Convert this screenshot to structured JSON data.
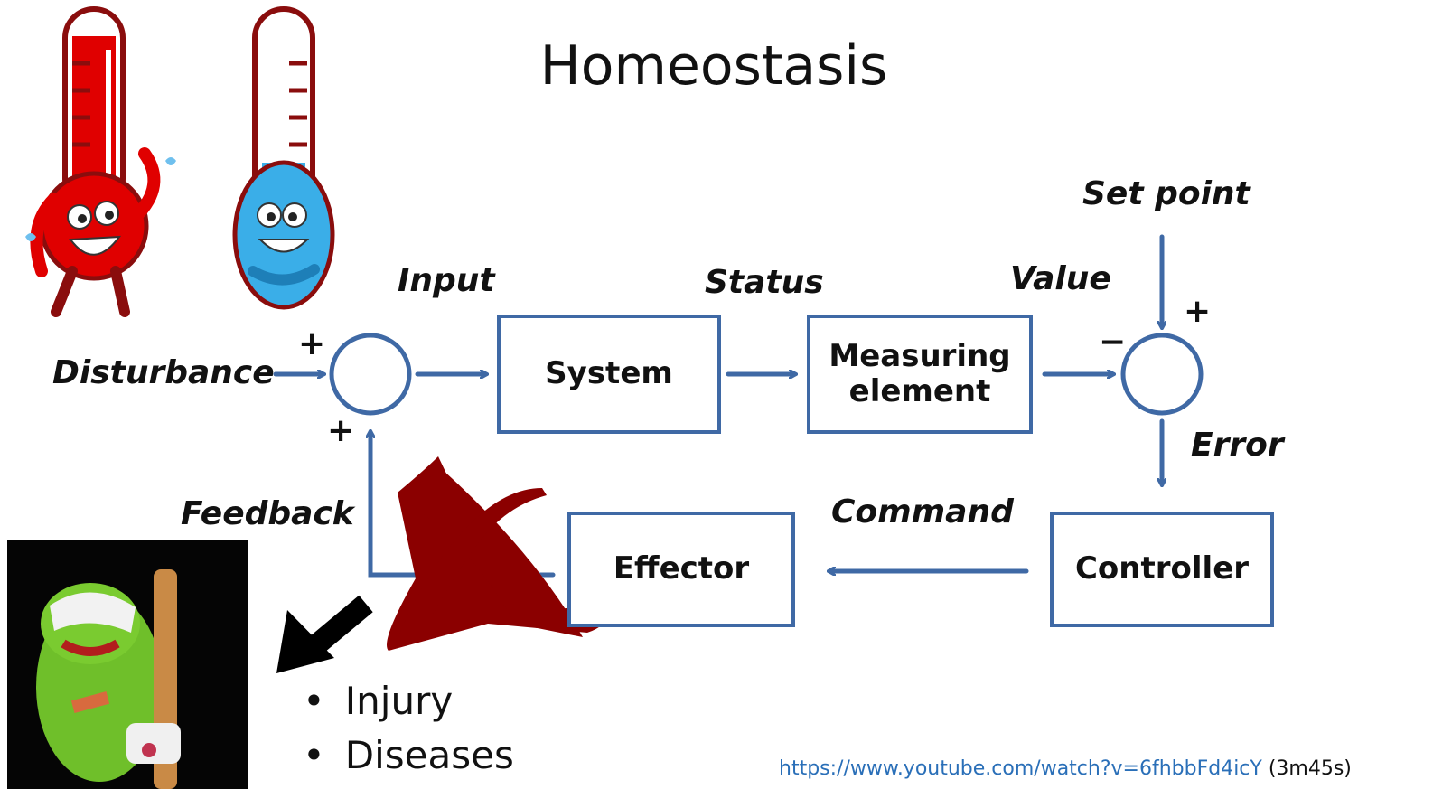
{
  "title": "Homeostasis",
  "labels": {
    "set_point": "Set point",
    "input": "Input",
    "status": "Status",
    "value": "Value",
    "disturbance": "Disturbance",
    "error": "Error",
    "feedback": "Feedback",
    "command": "Command"
  },
  "signs": {
    "disturbance_plus": "+",
    "feedback_plus": "+",
    "setpoint_plus": "+",
    "value_minus": "−"
  },
  "boxes": {
    "system": "System",
    "measuring": "Measuring element",
    "effector": "Effector",
    "controller": "Controller"
  },
  "bullets": [
    "Injury",
    "Diseases"
  ],
  "link": {
    "url": "https://www.youtube.com/watch?v=6fhbbFd4icY",
    "suffix": "(3m45s)"
  },
  "colors": {
    "diagram": "#3f69a5",
    "cross": "#8b0000",
    "hot": "#e00000",
    "cold": "#3aaee8"
  }
}
